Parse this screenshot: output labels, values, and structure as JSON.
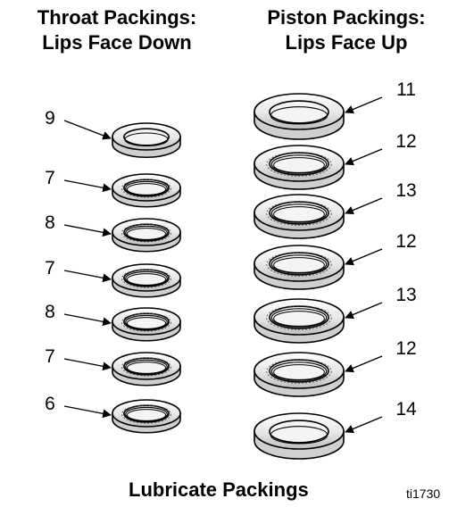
{
  "headings": {
    "throat": {
      "line1": "Throat Packings:",
      "line2": "Lips Face Down"
    },
    "piston": {
      "line1": "Piston Packings:",
      "line2": "Lips Face Up"
    }
  },
  "throat_packings": [
    {
      "callout": "9",
      "style": "plain"
    },
    {
      "callout": "7",
      "style": "lipped"
    },
    {
      "callout": "8",
      "style": "lipped"
    },
    {
      "callout": "7",
      "style": "lipped"
    },
    {
      "callout": "8",
      "style": "lipped"
    },
    {
      "callout": "7",
      "style": "lipped"
    },
    {
      "callout": "6",
      "style": "plain-lipped"
    }
  ],
  "piston_packings": [
    {
      "callout": "11",
      "style": "plain"
    },
    {
      "callout": "12",
      "style": "lipped"
    },
    {
      "callout": "13",
      "style": "lipped"
    },
    {
      "callout": "12",
      "style": "lipped"
    },
    {
      "callout": "13",
      "style": "lipped"
    },
    {
      "callout": "12",
      "style": "lipped"
    },
    {
      "callout": "14",
      "style": "plain"
    }
  ],
  "footer": {
    "instruction": "Lubricate Packings",
    "reference": "ti1730"
  },
  "colors": {
    "ring_light": "#f1f1f1",
    "ring_mid": "#c8c8c8",
    "outline": "#000000"
  }
}
